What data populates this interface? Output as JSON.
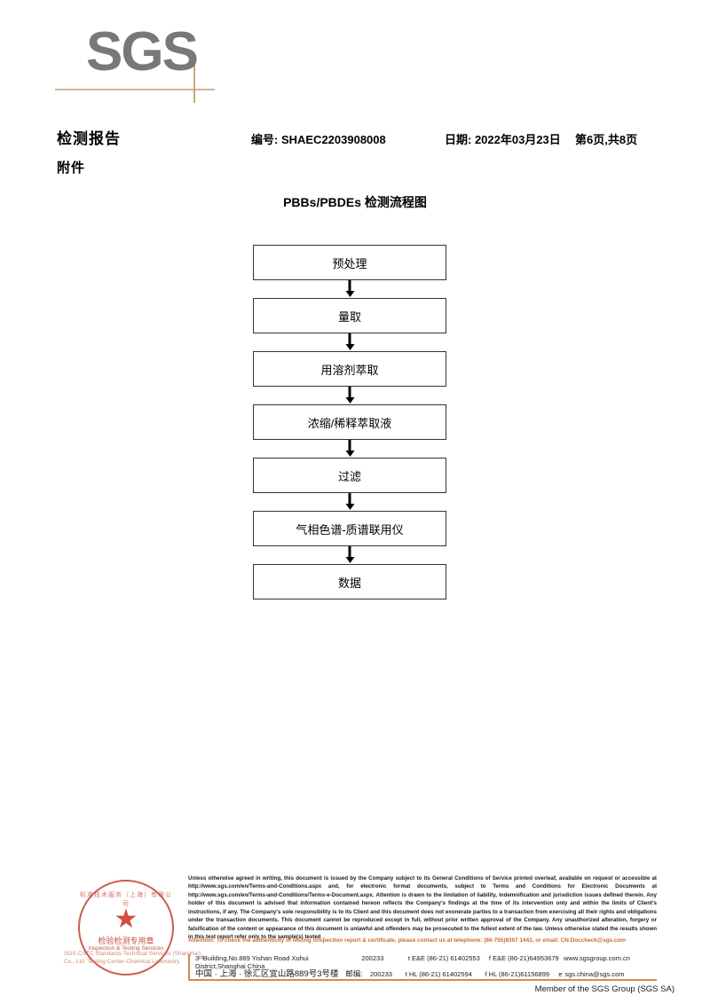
{
  "logo": {
    "text": "SGS"
  },
  "header": {
    "title": "检测报告",
    "subtitle": "附件",
    "report_no": "编号: SHAEC2203908008",
    "date": "日期: 2022年03月23日",
    "page": "第6页,共8页"
  },
  "flow": {
    "title": "PBBs/PBDEs 检测流程图",
    "steps": [
      {
        "label": "预处理"
      },
      {
        "label": "量取"
      },
      {
        "label": "用溶剂萃取"
      },
      {
        "label": "浓缩/稀释萃取液"
      },
      {
        "label": "过滤"
      },
      {
        "label": "气相色谱-质谱联用仪"
      },
      {
        "label": "数据"
      }
    ]
  },
  "seal": {
    "arc_text": "标准技术服务（上海）有限公司",
    "star": "★",
    "cn_label": "检验检测专用章",
    "en_label": "Inspection & Testing Services",
    "company_line": "SGS-CSTC Standards Technical Services (Shanghai) Co., Ltd. Testing Center-Chemical Laboratory."
  },
  "footer": {
    "legal": "Unless otherwise agreed in writing, this document is issued by the Company subject to its General Conditions of Service printed overleaf, available on request or accessible at http://www.sgs.com/en/Terms-and-Conditions.aspx and, for electronic format documents, subject to Terms and Conditions for Electronic Documents at http://www.sgs.com/en/Terms-and-Conditions/Terms-e-Document.aspx. Attention is drawn to the limitation of liability, indemnification and jurisdiction issues defined therein. Any holder of this document is advised that information contained hereon reflects the Company's findings at the time of its intervention only and within the limits of Client's instructions, if any. The Company's sole responsibility is to its Client and this document does not exonerate parties to a transaction from exercising all their rights and obligations under the transaction documents. This document cannot be reproduced except in full, without prior written approval of the Company. Any unauthorized alteration, forgery or falsification of the content or appearance of this document is unlawful and offenders may be prosecuted to the fullest extent of the law. Unless otherwise stated the results shown in this test report refer only to the sample(s) tested .",
    "attention": "Attention: To check the authenticity of testing /inspection report & certificate, please contact us at telephone: (86-755)8307 1443, or email: CN.Doccheck@sgs.com",
    "contact": {
      "address_en": "3ʳᵈBuilding,No.889 Yishan Road Xuhui District,Shanghai China",
      "address_cn": "中国 · 上海 · 徐汇区宜山路889号3号楼",
      "zip_label_en": "",
      "zip_label_cn": "邮编:",
      "zip_en": "200233",
      "zip_cn": "200233",
      "tel_en": "t E&E (86-21) 61402553",
      "fax_en": "f E&E (86-21)64953679",
      "tel_cn": "t HL (86-21) 61402594",
      "fax_cn": "f HL (86-21)61156899",
      "website": "www.sgsgroup.com.cn",
      "email_label": "e",
      "email": "sgs.china@sgs.com"
    },
    "member": "Member of the SGS Group (SGS SA)"
  }
}
